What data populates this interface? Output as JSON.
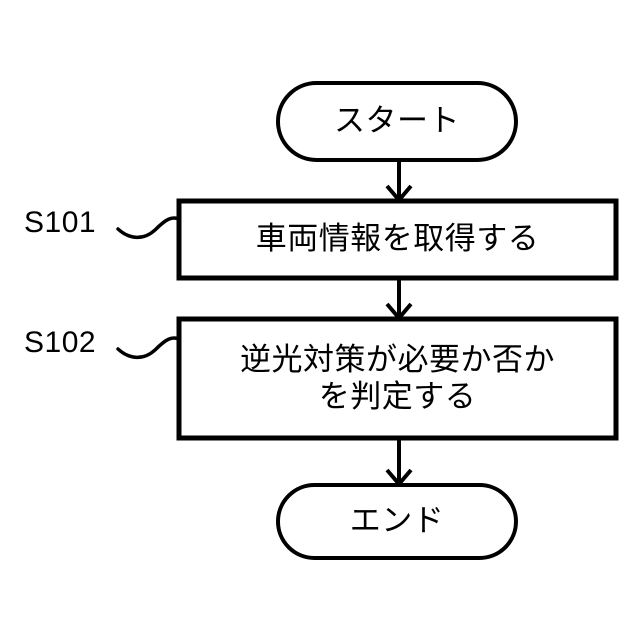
{
  "diagram": {
    "type": "flowchart",
    "orientation": "vertical",
    "background_color": "#ffffff",
    "line_color": "#000000",
    "title": "",
    "nodes": [
      {
        "id": "start",
        "shape": "terminator",
        "label": "スタート",
        "step_label": ""
      },
      {
        "id": "s101",
        "shape": "process",
        "label": "車両情報を取得する",
        "step_label": "S101"
      },
      {
        "id": "s102",
        "shape": "process",
        "label": "逆光対策が必要か否か\nを判定する",
        "step_label": "S102"
      },
      {
        "id": "end",
        "shape": "terminator",
        "label": "エンド",
        "step_label": ""
      }
    ],
    "edges": [
      {
        "from": "start",
        "to": "s101",
        "arrow": "open-v",
        "label": ""
      },
      {
        "from": "s101",
        "to": "s102",
        "arrow": "open-v",
        "label": ""
      },
      {
        "from": "s102",
        "to": "end",
        "arrow": "open-v",
        "label": ""
      }
    ],
    "leader_lines": [
      {
        "for": "s101",
        "style": "wavy-s-curve"
      },
      {
        "for": "s102",
        "style": "wavy-s-curve"
      }
    ]
  }
}
